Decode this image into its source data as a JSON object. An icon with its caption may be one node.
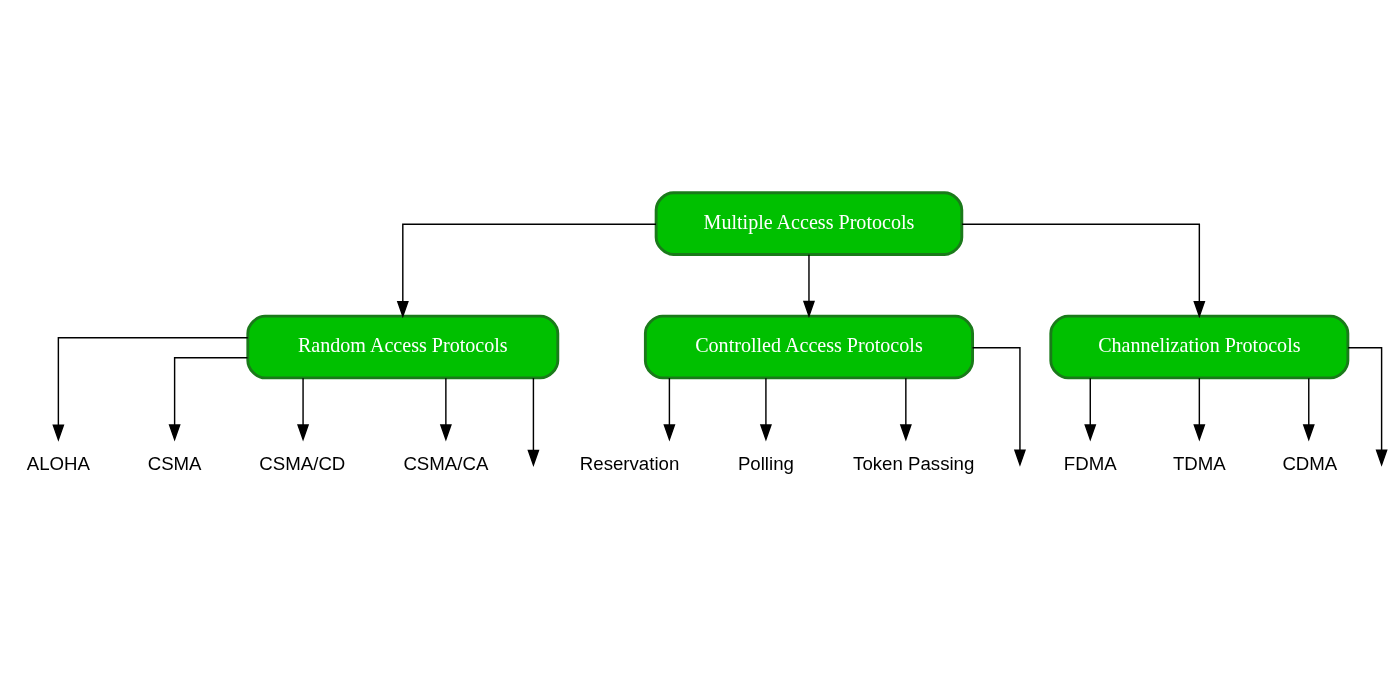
{
  "diagram": {
    "nodes": [
      {
        "text": [
          "Multiple Access Protocols"
        ]
      },
      {
        "text": [
          "Random Access Protocols"
        ]
      },
      {
        "text": [
          "Controlled Access Protocols"
        ]
      },
      {
        "text": [
          "Channelization Protocols"
        ]
      },
      {
        "text": [
          "ALOHA"
        ]
      },
      {
        "text": [
          "CSMA"
        ]
      },
      {
        "text": [
          "CSMA/CD"
        ]
      },
      {
        "text": [
          "CSMA/CA"
        ]
      },
      {
        "text": [
          "Reservation"
        ]
      },
      {
        "text": [
          "Polling"
        ]
      },
      {
        "text": [
          "Token Passing"
        ]
      },
      {
        "text": [
          "FDMA"
        ]
      },
      {
        "text": [
          "TDMA"
        ]
      },
      {
        "text": [
          "CDMA"
        ]
      }
    ],
    "edges": [
      {
        "from": 0,
        "to": 1,
        "arrow": "to"
      },
      {
        "from": 0,
        "to": 2,
        "arrow": "to"
      },
      {
        "from": 0,
        "to": 3,
        "arrow": "to"
      },
      {
        "from": 1,
        "to": 4,
        "arrow": "to"
      },
      {
        "from": 1,
        "to": 5,
        "arrow": "to"
      },
      {
        "from": 1,
        "to": 6,
        "arrow": "to"
      },
      {
        "from": 1,
        "to": 7,
        "arrow": "to"
      },
      {
        "from": 1,
        "to": null,
        "arrow": "to"
      },
      {
        "from": 2,
        "to": 8,
        "arrow": "to"
      },
      {
        "from": 2,
        "to": 9,
        "arrow": "to"
      },
      {
        "from": 2,
        "to": 10,
        "arrow": "to"
      },
      {
        "from": 2,
        "to": null,
        "arrow": "to"
      },
      {
        "from": 3,
        "to": 11,
        "arrow": "to"
      },
      {
        "from": 3,
        "to": 12,
        "arrow": "to"
      },
      {
        "from": 3,
        "to": 13,
        "arrow": "to"
      },
      {
        "from": 3,
        "to": null,
        "arrow": "to"
      }
    ]
  }
}
